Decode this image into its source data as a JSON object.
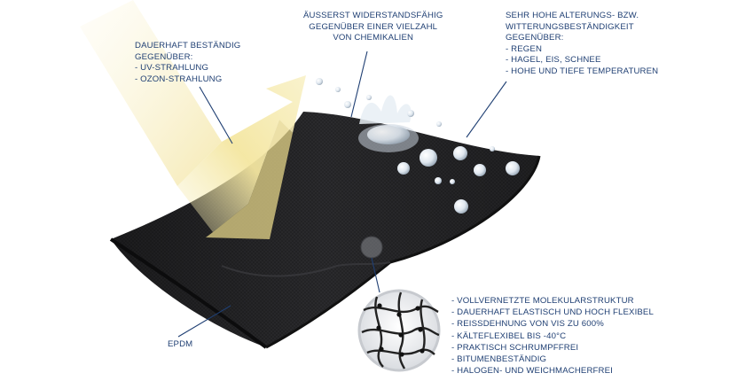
{
  "callouts": {
    "uv": {
      "lines": [
        "DAUERHAFT BESTÄNDIG",
        "GEGENÜBER:",
        "- UV-STRAHLUNG",
        "- OZON-STRAHLUNG"
      ]
    },
    "chemicals": {
      "lines": [
        "ÄUSSERST WIDERSTANDSFÄHIG",
        "GEGENÜBER EINER VIELZAHL",
        "VON CHEMIKALIEN"
      ]
    },
    "weather": {
      "lines": [
        "SEHR HOHE ALTERUNGS- BZW.",
        "WITTERUNGSBESTÄNDIGKEIT",
        "GEGENÜBER:",
        "- REGEN",
        "- HAGEL, EIS, SCHNEE",
        "- HOHE UND TIEFE TEMPERATUREN"
      ]
    },
    "properties": {
      "lines": [
        "- VOLLVERNETZTE MOLEKULARSTRUKTUR",
        "- DAUERHAFT ELASTISCH UND HOCH FLEXIBEL",
        "- REISSDEHNUNG VON VIS ZU 600%",
        "- KÄLTEFLEXIBEL BIS -40°C",
        "- PRAKTISCH SCHRUMPFFREI",
        "- BITUMENBESTÄNDIG",
        "- HALOGEN- UND WEICHMACHERFREI"
      ]
    },
    "material": {
      "lines": [
        "EPDM"
      ]
    }
  },
  "colors": {
    "label_text": "#1f3f73",
    "leader_line": "#1f3f73",
    "membrane": "#1c1c1e",
    "light_arrow": "#f3e7a6",
    "water_drops": "#e4ecf3"
  },
  "icons": {
    "membrane": "epdm-membrane-sheet",
    "uv_arrow": "sunlight-reflection-arrow",
    "water": "water-splash-and-droplets",
    "molecule": "crosslinked-molecular-net-magnifier"
  }
}
